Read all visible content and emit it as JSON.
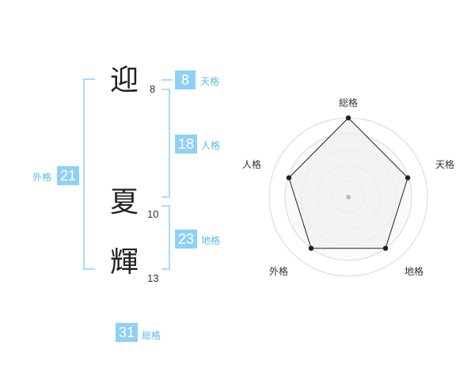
{
  "name": {
    "characters": [
      {
        "char": "迎",
        "strokes": "8"
      },
      {
        "char": "夏",
        "strokes": "10"
      },
      {
        "char": "輝",
        "strokes": "13"
      }
    ]
  },
  "kakusu": {
    "tenkaku": {
      "value": "8",
      "label": "天格"
    },
    "jinkaku": {
      "value": "18",
      "label": "人格"
    },
    "chikaku": {
      "value": "23",
      "label": "地格"
    },
    "gaikaku": {
      "value": "21",
      "label": "外格"
    },
    "soukaku": {
      "value": "31",
      "label": "総格"
    }
  },
  "radar": {
    "axes": [
      "総格",
      "天格",
      "地格",
      "外格",
      "人格"
    ],
    "values": [
      1.0,
      0.79,
      0.8,
      0.8,
      0.79
    ],
    "colors": {
      "fill": "#f0f0f0",
      "stroke": "#222222",
      "ring": "#d8d8d8",
      "center": "#bbbbbb"
    }
  },
  "colors": {
    "accent": "#8fd0f6",
    "accent_text": "#5fb8ec",
    "bracket": "#8fd0f6"
  }
}
